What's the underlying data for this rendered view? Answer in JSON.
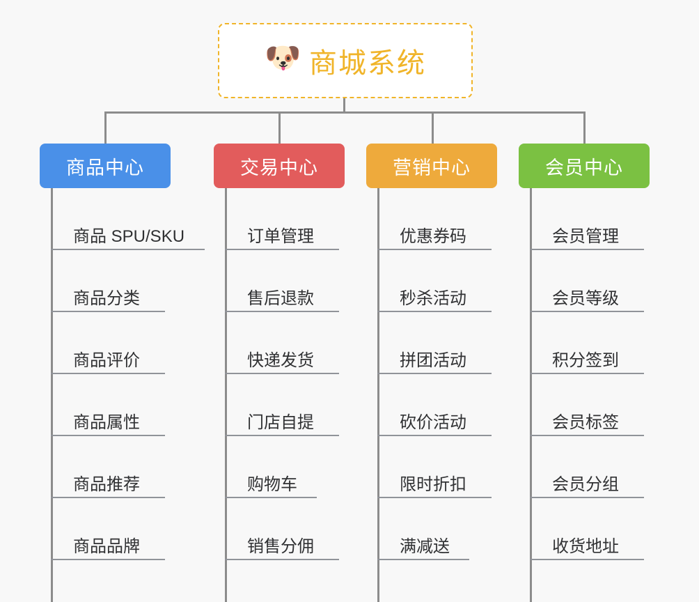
{
  "background_color": "#f8f8f8",
  "root": {
    "icon": "shiba-dog-emoji",
    "emoji": "🐶",
    "title": "商城系统",
    "color": "#f0b429",
    "border_style": "dashed"
  },
  "columns": [
    {
      "category": "商品中心",
      "color": "#4a90e8",
      "items": [
        "商品 SPU/SKU",
        "商品分类",
        "商品评价",
        "商品属性",
        "商品推荐",
        "商品品牌"
      ]
    },
    {
      "category": "交易中心",
      "color": "#e25c5c",
      "items": [
        "订单管理",
        "售后退款",
        "快递发货",
        "门店自提",
        "购物车",
        "销售分佣"
      ]
    },
    {
      "category": "营销中心",
      "color": "#eeaa3c",
      "items": [
        "优惠券码",
        "秒杀活动",
        "拼团活动",
        "砍价活动",
        "限时折扣",
        "满减送"
      ]
    },
    {
      "category": "会员中心",
      "color": "#7bc142",
      "items": [
        "会员管理",
        "会员等级",
        "积分签到",
        "会员标签",
        "会员分组",
        "收货地址"
      ]
    }
  ],
  "chart_data": {
    "type": "diagram",
    "diagram_type": "organization-tree",
    "title": "商城系统",
    "levels": 2,
    "branch_count": 4,
    "leaves_per_branch": 6
  }
}
